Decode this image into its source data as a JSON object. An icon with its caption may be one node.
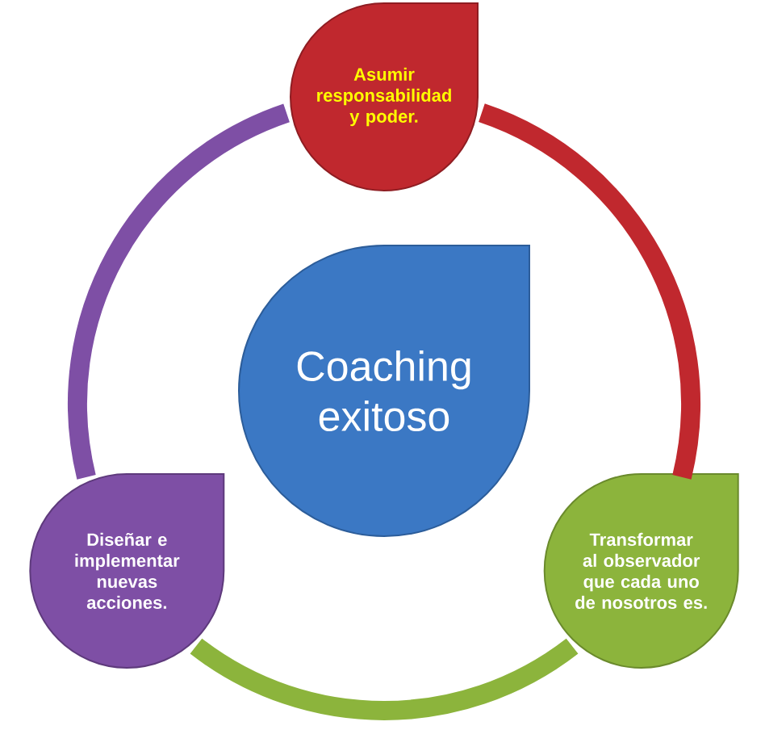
{
  "diagram": {
    "nodes": [
      {
        "text": [
          "Coaching exitoso"
        ]
      },
      {
        "text": [
          "Asumir responsabilidad y poder."
        ]
      },
      {
        "text": [
          "Transformar al observador que cada uno de nosotros es."
        ]
      },
      {
        "text": [
          "Diseñar e implementar nuevas acciones."
        ]
      }
    ],
    "edges": [
      {
        "from": 1,
        "to": 2,
        "arrow": "none",
        "color": "#c0282e"
      },
      {
        "from": 2,
        "to": 3,
        "arrow": "none",
        "color": "#8cb43c"
      },
      {
        "from": 3,
        "to": 1,
        "arrow": "none",
        "color": "#7e4fa5"
      }
    ]
  }
}
